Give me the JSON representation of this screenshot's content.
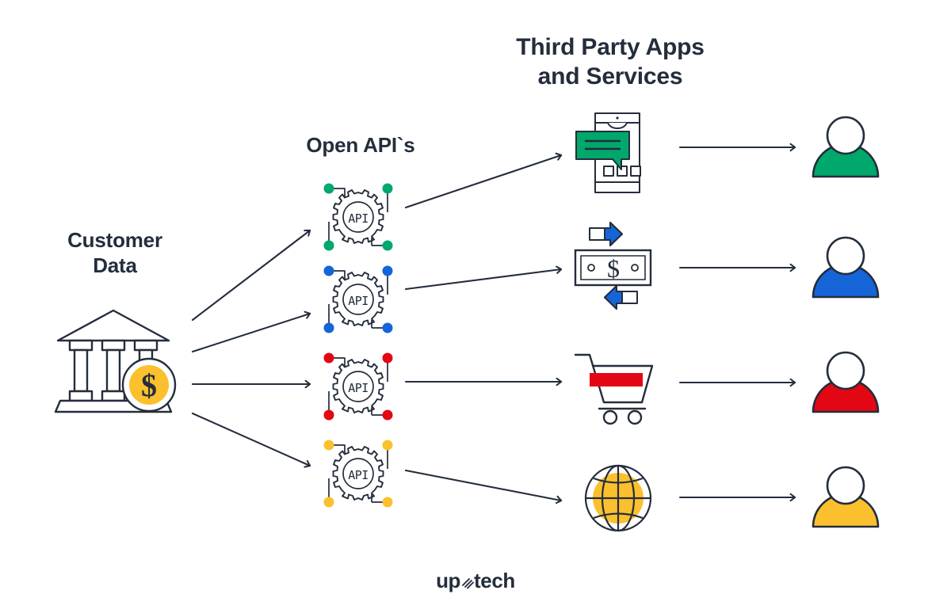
{
  "diagram": {
    "type": "flow",
    "title_left": "Customer\nData",
    "title_middle": "Open API`s",
    "title_right": "Third Party Apps\nand Services",
    "stroke_color": "#242d3c",
    "background": "#ffffff"
  },
  "source": {
    "label": "Customer\nData",
    "icon": "bank-icon",
    "accent": "#fbc02d",
    "coin_symbol": "$"
  },
  "api_layer": {
    "label": "Open API`s",
    "nodes": [
      {
        "icon": "api-gear-icon",
        "text": "API",
        "color": "#00a86b"
      },
      {
        "icon": "api-gear-icon",
        "text": "API",
        "color": "#1565d8"
      },
      {
        "icon": "api-gear-icon",
        "text": "API",
        "color": "#e30613"
      },
      {
        "icon": "api-gear-icon",
        "text": "API",
        "color": "#fbc02d"
      }
    ]
  },
  "services_layer": {
    "label": "Third Party Apps\nand Services",
    "nodes": [
      {
        "icon": "messaging-phone-icon",
        "color": "#00a86b"
      },
      {
        "icon": "money-transfer-icon",
        "color": "#1565d8"
      },
      {
        "icon": "shopping-cart-icon",
        "color": "#e30613"
      },
      {
        "icon": "globe-icon",
        "color": "#fbc02d"
      }
    ]
  },
  "users_layer": {
    "nodes": [
      {
        "icon": "user-avatar-icon",
        "color": "#00a86b"
      },
      {
        "icon": "user-avatar-icon",
        "color": "#1565d8"
      },
      {
        "icon": "user-avatar-icon",
        "color": "#e30613"
      },
      {
        "icon": "user-avatar-icon",
        "color": "#fbc02d"
      }
    ]
  },
  "connections": {
    "source_to_api": 4,
    "api_to_service": 4,
    "service_to_user": 4,
    "arrow_style": "open-chevron"
  },
  "footer": {
    "logo_prefix": "up",
    "logo_suffix": "tech",
    "logo_mark": "spark-mark-icon"
  }
}
